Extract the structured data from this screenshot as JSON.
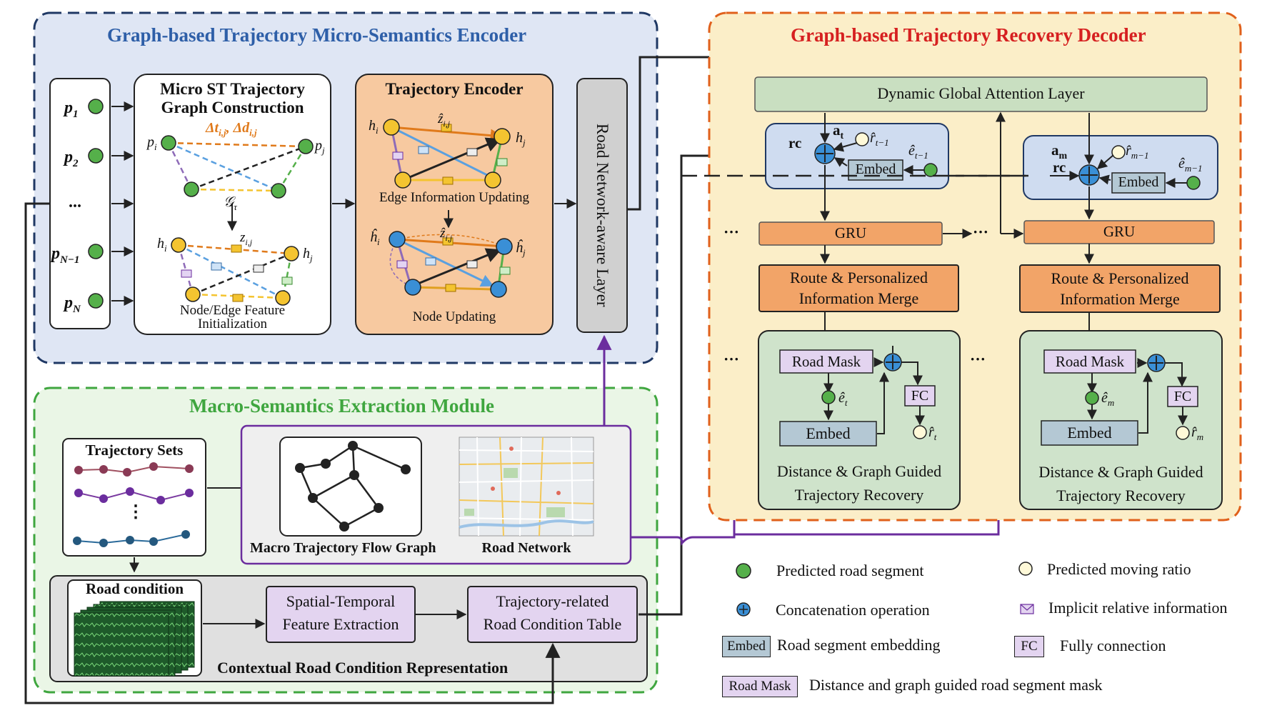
{
  "encoder": {
    "title": "Graph-based Trajectory Micro-Semantics Encoder",
    "points": [
      "p",
      "p",
      "...",
      "p",
      "p"
    ],
    "point_subs": [
      "1",
      "2",
      "",
      "N−1",
      "N"
    ],
    "graph_construction": {
      "title_line1": "Micro ST Trajectory",
      "title_line2": "Graph Construction",
      "p_i": "p",
      "p_i_sub": "i",
      "p_j": "p",
      "p_j_sub": "j",
      "delta": "Δt",
      "delta_sub": "i,j",
      "delta2": ", Δd",
      "delta2_sub": "i,j",
      "g_tau": "𝒢",
      "g_tau_sub": "τ",
      "h_i": "h",
      "h_i_sub": "i",
      "h_j": "h",
      "h_j_sub": "j",
      "z_ij": "z",
      "z_ij_sub": "i,j",
      "caption_line1": "Node/Edge Feature",
      "caption_line2": "Initialization"
    },
    "trajectory_encoder": {
      "title": "Trajectory Encoder",
      "h_i": "h",
      "h_i_sub": "i",
      "h_j": "h",
      "h_j_sub": "j",
      "z_hat": "ẑ",
      "z_hat_sub": "i,j",
      "edge_caption": "Edge Information Updating",
      "h_hat_i": "ĥ",
      "h_hat_i_sub": "i",
      "h_hat_j": "ĥ",
      "h_hat_j_sub": "j",
      "z_hat2": "ẑ",
      "z_hat2_sub": "i,j",
      "node_caption": "Node Updating"
    },
    "road_layer": "Road Network-aware Layer"
  },
  "macro": {
    "title": "Macro-Semantics Extraction Module",
    "trajectory_sets": "Trajectory Sets",
    "dots": "⋮",
    "flow_graph_caption": "Macro Trajectory Flow Graph",
    "road_network_caption": "Road Network",
    "road_condition": "Road condition",
    "st_feature_line1": "Spatial-Temporal",
    "st_feature_line2": "Feature Extraction",
    "table_line1": "Trajectory-related",
    "table_line2": "Road Condition Table",
    "contextual": "Contextual Road Condition Representation"
  },
  "decoder": {
    "title": "Graph-based Trajectory Recovery Decoder",
    "attention": "Dynamic Global Attention Layer",
    "left": {
      "rc": "rc",
      "a": "a",
      "a_sub": "t",
      "r_hat": "r̂",
      "r_hat_sub": "t−1",
      "e_hat": "ê",
      "e_hat_sub": "t−1",
      "embed": "Embed",
      "gru": "GRU",
      "merge_line1": "Route & Personalized",
      "merge_line2": "Information Merge",
      "road_mask": "Road Mask",
      "e_out": "ê",
      "e_out_sub": "t",
      "fc": "FC",
      "r_out": "r̂",
      "r_out_sub": "t",
      "embed2": "Embed",
      "recovery_line1": "Distance & Graph Guided",
      "recovery_line2": "Trajectory Recovery"
    },
    "right": {
      "rc": "rc",
      "a": "a",
      "a_sub": "m",
      "r_hat": "r̂",
      "r_hat_sub": "m−1",
      "e_hat": "ê",
      "e_hat_sub": "m−1",
      "embed": "Embed",
      "gru": "GRU",
      "merge_line1": "Route & Personalized",
      "merge_line2": "Information Merge",
      "road_mask": "Road Mask",
      "e_out": "ê",
      "e_out_sub": "m",
      "fc": "FC",
      "r_out": "r̂",
      "r_out_sub": "m",
      "embed2": "Embed",
      "recovery_line1": "Distance & Graph Guided",
      "recovery_line2": "Trajectory Recovery"
    },
    "ellipses": [
      "···",
      "···",
      "···",
      "···"
    ]
  },
  "legend": {
    "predicted_segment": "Predicted road segment",
    "predicted_ratio": "Predicted moving ratio",
    "concatenation": "Concatenation operation",
    "implicit": "Implicit relative information",
    "embed_swatch": "Embed",
    "embed_text": "Road segment embedding",
    "fc_swatch": "FC",
    "fc_text": "Fully connection",
    "mask_swatch": "Road Mask",
    "mask_text": "Distance and graph guided road segment mask"
  },
  "colors": {
    "encoder_border": "#1f3864",
    "encoder_title": "#2e5fa8",
    "macro_border": "#3fa63f",
    "macro_title": "#3fa63f",
    "decoder_border": "#e0601b",
    "decoder_title": "#d62020",
    "purple": "#6b2d9e",
    "green_node": "#55b04a",
    "yellow_node": "#f4c430",
    "blue_node": "#3a8fd6",
    "orange_box": "#f2a468"
  }
}
